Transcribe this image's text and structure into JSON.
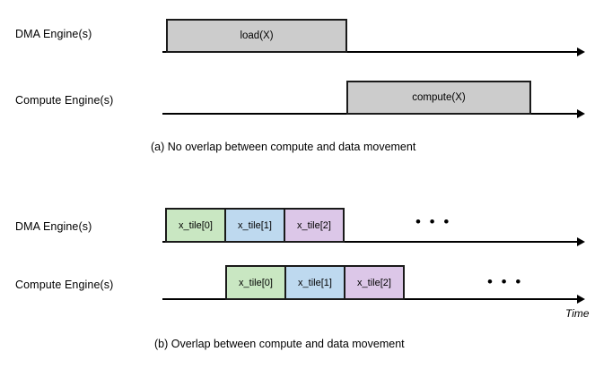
{
  "figure": {
    "panels": [
      {
        "id": "panel-a",
        "caption": "(a) No overlap between compute and data movement",
        "rows": [
          {
            "id": "dma",
            "label": "DMA Engine(s)",
            "blocks": [
              {
                "text": "load(X)",
                "color": "#cccccc",
                "color_name": "gray"
              }
            ],
            "ellipsis": null
          },
          {
            "id": "compute",
            "label": "Compute Engine(s)",
            "blocks": [
              {
                "text": "compute(X)",
                "color": "#cccccc",
                "color_name": "gray"
              }
            ],
            "ellipsis": null
          }
        ]
      },
      {
        "id": "panel-b",
        "caption": "(b) Overlap between compute and data movement",
        "rows": [
          {
            "id": "dma",
            "label": "DMA Engine(s)",
            "blocks": [
              {
                "text": "x_tile[0]",
                "color": "#c9e7c2",
                "color_name": "green"
              },
              {
                "text": "x_tile[1]",
                "color": "#bed9ef",
                "color_name": "blue"
              },
              {
                "text": "x_tile[2]",
                "color": "#dcc7e8",
                "color_name": "purple"
              }
            ],
            "ellipsis": "• • •"
          },
          {
            "id": "compute",
            "label": "Compute Engine(s)",
            "blocks": [
              {
                "text": "x_tile[0]",
                "color": "#c9e7c2",
                "color_name": "green"
              },
              {
                "text": "x_tile[1]",
                "color": "#bed9ef",
                "color_name": "blue"
              },
              {
                "text": "x_tile[2]",
                "color": "#dcc7e8",
                "color_name": "purple"
              }
            ],
            "ellipsis": "• • •"
          }
        ],
        "axis_label": "Time"
      }
    ]
  }
}
